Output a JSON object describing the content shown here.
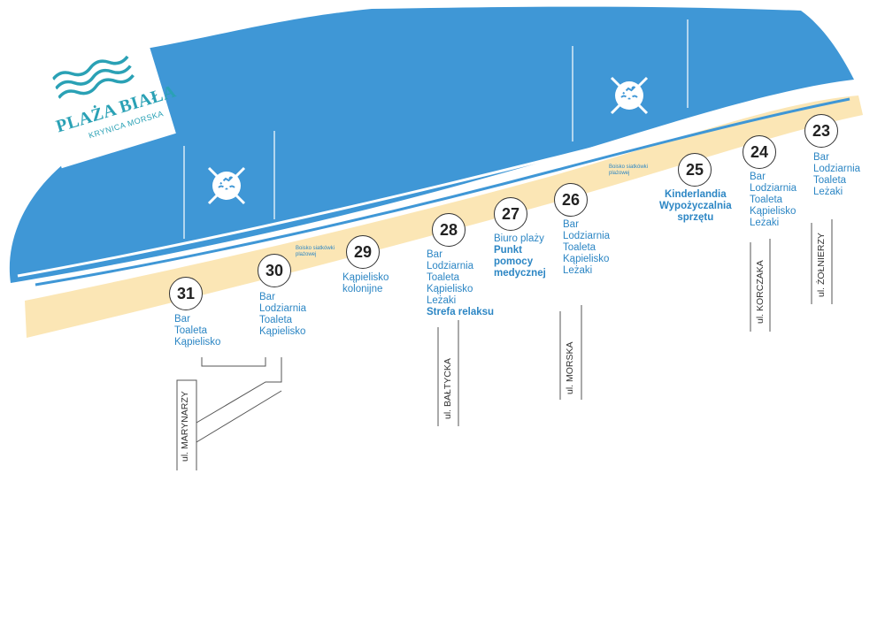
{
  "logo": {
    "title": "PLAŻA BIAŁA",
    "subtitle": "KRYNICA MORSKA",
    "icon": "wave-lines-icon",
    "color": "#2aa1b5"
  },
  "colors": {
    "sea": "#3f97d6",
    "sand": "#fbe6b5",
    "text_blue": "#2c86c4",
    "street_line": "#555555"
  },
  "no_swimming_icon": "no-swimming-icon",
  "volleyball_label": "Boisko siatkówki plażowej",
  "exits": [
    {
      "num": "31",
      "items": [
        "Bar",
        "Toaleta",
        "Kąpielisko"
      ],
      "bold": []
    },
    {
      "num": "30",
      "items": [
        "Bar",
        "Lodziarnia",
        "Toaleta",
        "Kąpielisko"
      ],
      "bold": []
    },
    {
      "num": "29",
      "items": [
        "Kąpielisko",
        "kolonijne"
      ],
      "bold": []
    },
    {
      "num": "28",
      "items": [
        "Bar",
        "Lodziarnia",
        "Toaleta",
        "Kąpielisko",
        "Leżaki"
      ],
      "bold": [
        "Strefa relaksu"
      ]
    },
    {
      "num": "27",
      "items": [
        "Biuro plaży"
      ],
      "bold": [
        "Punkt",
        "pomocy",
        "medycznej"
      ]
    },
    {
      "num": "26",
      "items": [
        "Bar",
        "Lodziarnia",
        "Toaleta",
        "Kąpielisko",
        "Leżaki"
      ],
      "bold": []
    },
    {
      "num": "25",
      "items": [],
      "bold": [
        "Kinderlandia",
        "Wypożyczalnia",
        "sprzętu"
      ]
    },
    {
      "num": "24",
      "items": [
        "Bar",
        "Lodziarnia",
        "Toaleta",
        "Kąpielisko",
        "Leżaki"
      ],
      "bold": []
    },
    {
      "num": "23",
      "items": [
        "Bar",
        "Lodziarnia",
        "Toaleta",
        "Leżaki"
      ],
      "bold": []
    }
  ],
  "streets": [
    {
      "name": "ul. MARYNARZY"
    },
    {
      "name": "ul. BAŁTYCKA"
    },
    {
      "name": "ul. MORSKA"
    },
    {
      "name": "ul. KORCZAKA"
    },
    {
      "name": "ul. ŻOŁNIERZY"
    }
  ]
}
